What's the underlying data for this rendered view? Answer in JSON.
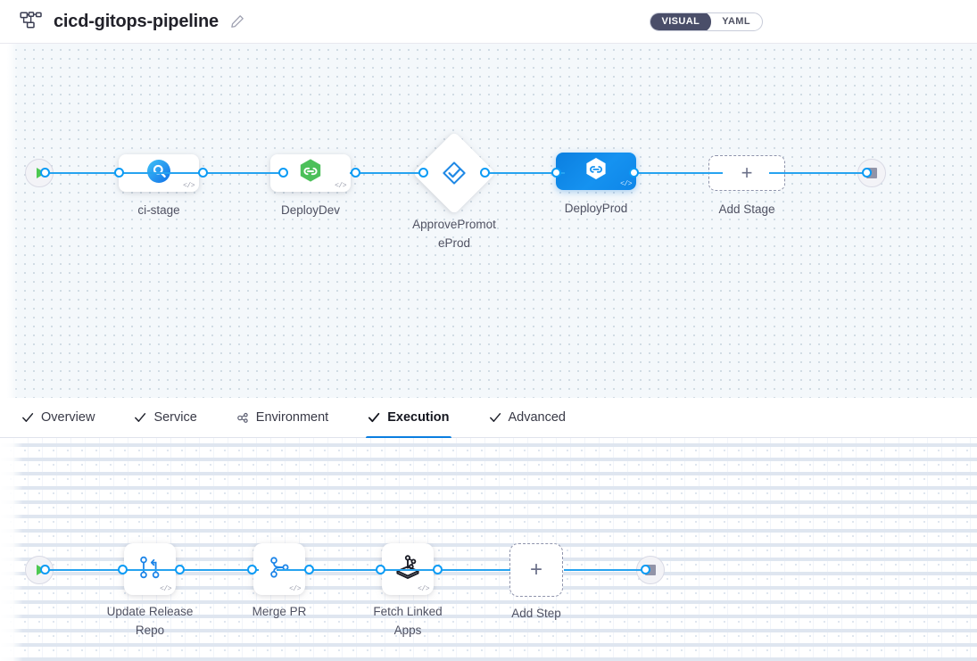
{
  "header": {
    "pipeline_icon": "pipeline-nodes-icon",
    "title": "cicd-gitops-pipeline",
    "edit_icon": "pencil-edit-icon",
    "view_toggle": {
      "visual_label": "VISUAL",
      "yaml_label": "YAML",
      "selected": "VISUAL"
    }
  },
  "stage_canvas": {
    "start_node": {
      "name": "pipeline-start",
      "icon": "play-icon"
    },
    "end_node": {
      "name": "pipeline-end",
      "icon": "stop-square-icon"
    },
    "add_stage": {
      "label": "Add Stage",
      "icon": "plus-icon"
    },
    "stages": [
      {
        "label": "ci-stage",
        "icon": "ci-build-icon",
        "shape": "card",
        "selected": false
      },
      {
        "label": "DeployDev",
        "icon": "deploy-hexagon-icon",
        "shape": "card",
        "selected": false
      },
      {
        "label": "ApprovePromot\neProd",
        "icon": "approval-diamond-icon",
        "shape": "diamond",
        "selected": false
      },
      {
        "label": "DeployProd",
        "icon": "deploy-hexagon-icon",
        "shape": "card",
        "selected": true
      }
    ],
    "code_badge": "</>"
  },
  "tabs": [
    {
      "label": "Overview",
      "icon": "check-icon",
      "active": false
    },
    {
      "label": "Service",
      "icon": "check-icon",
      "active": false
    },
    {
      "label": "Environment",
      "icon": "environment-icon",
      "active": false
    },
    {
      "label": "Execution",
      "icon": "check-icon",
      "active": true
    },
    {
      "label": "Advanced",
      "icon": "check-icon",
      "active": false
    }
  ],
  "step_canvas": {
    "start_node": {
      "name": "execution-start",
      "icon": "play-icon"
    },
    "end_node": {
      "name": "execution-end",
      "icon": "stop-square-icon"
    },
    "add_step": {
      "label": "Add Step",
      "icon": "plus-icon"
    },
    "steps": [
      {
        "label": "Update Release\nRepo",
        "icon": "git-branch-icon"
      },
      {
        "label": "Merge PR",
        "icon": "git-merge-icon"
      },
      {
        "label": "Fetch Linked\nApps",
        "icon": "harness-deploy-icon"
      }
    ],
    "code_badge": "</>"
  },
  "colors": {
    "accent_blue": "#0a7ee0",
    "edge_blue": "#26a3f0",
    "selected_node": "#1592f0",
    "toggle_dark": "#4a4e69",
    "canvas_bg": "#f4f8fb",
    "start_green": "#4dc952"
  }
}
